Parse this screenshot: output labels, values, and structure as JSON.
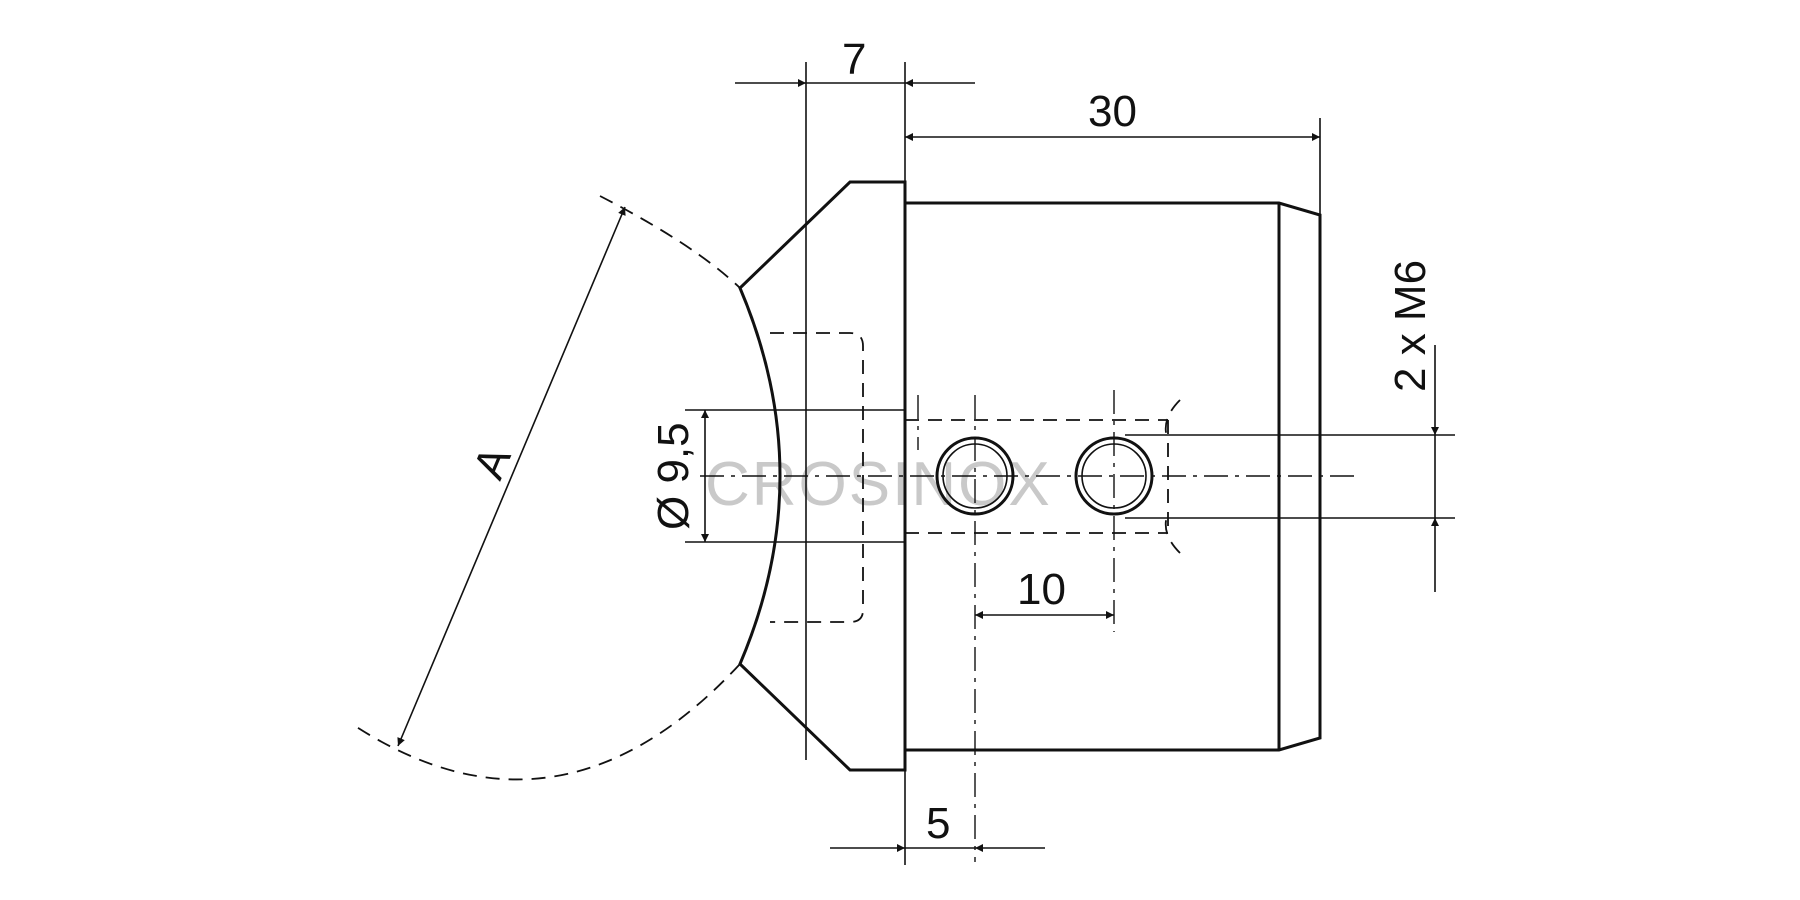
{
  "drawing": {
    "dimensions": {
      "flange_width": "7",
      "body_length": "30",
      "hole_spacing": "10",
      "hole_offset": "5",
      "bore_diameter": "Ø 9,5",
      "thread_spec": "2 x M6",
      "tube_radius": "A"
    },
    "watermark_text": "CROSINOX"
  },
  "colors": {
    "line": "#111111",
    "watermark": "#c9c9c9",
    "background": "#ffffff"
  }
}
